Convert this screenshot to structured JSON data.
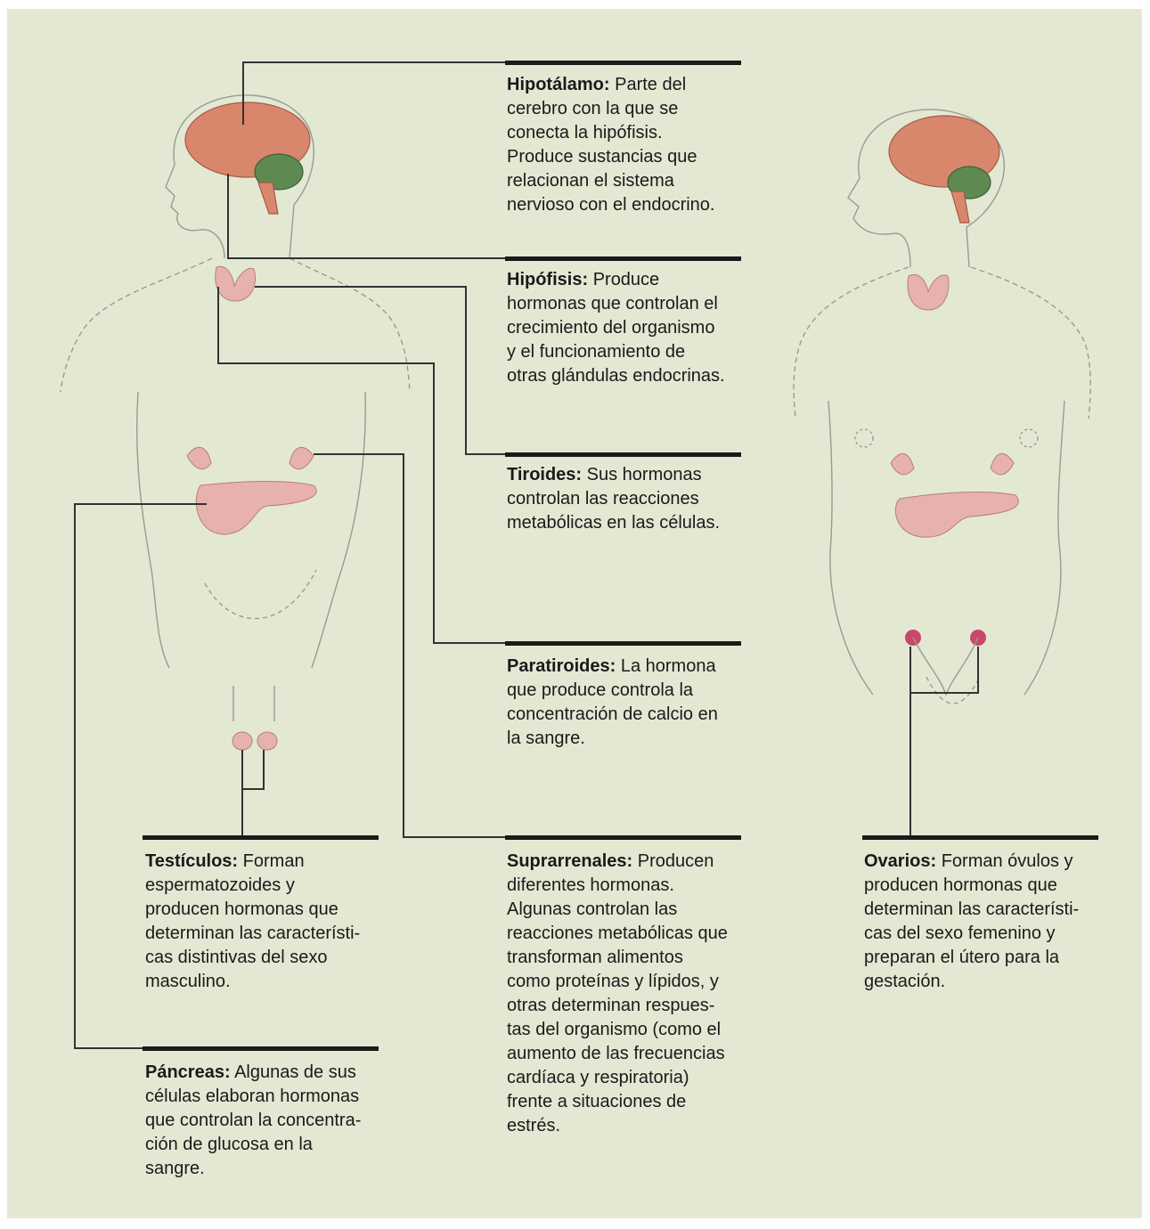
{
  "colors": {
    "background": "#e3e8d3",
    "leader_line": "#333333",
    "rule": "#1a1a1a",
    "body_outline": "#9a9a92",
    "brain": "#d9876c",
    "cerebellum": "#5e8a52",
    "gland": "#e7b1ad"
  },
  "labels": {
    "hipotalamo": {
      "term": "Hipotálamo:",
      "lines": [
        "Parte del",
        "cerebro con la que se",
        "conecta la hipófisis.",
        "Produce sustancias que",
        "relacionan el sistema",
        "nervioso con el endocrino."
      ]
    },
    "hipofisis": {
      "term": "Hipófisis:",
      "lines": [
        "Produce",
        "hormonas que controlan el",
        "crecimiento del organismo",
        "y el funcionamiento de",
        "otras glándulas endocrinas."
      ]
    },
    "tiroides": {
      "term": "Tiroides:",
      "lines": [
        "Sus hormonas",
        "controlan las reacciones",
        "metabólicas en las células."
      ]
    },
    "paratiroides": {
      "term": "Paratiroides:",
      "lines": [
        "La hormona",
        "que produce controla la",
        "concentración de calcio en",
        "la sangre."
      ]
    },
    "testiculos": {
      "term": "Testículos:",
      "lines": [
        "Forman",
        "espermatozoides y",
        "producen hormonas que",
        "determinan las característi-",
        "cas distintivas del sexo",
        "masculino."
      ]
    },
    "suprarrenales": {
      "term": "Suprarrenales:",
      "lines": [
        "Producen",
        "diferentes hormonas.",
        "Algunas controlan las",
        "reacciones metabólicas que",
        "transforman alimentos",
        "como proteínas y lípidos, y",
        "otras determinan respues-",
        "tas del organismo (como el",
        "aumento de las frecuencias",
        "cardíaca y respiratoria)",
        "frente a situaciones de",
        "estrés."
      ]
    },
    "ovarios": {
      "term": "Ovarios:",
      "lines": [
        "Forman óvulos y",
        "producen hormonas que",
        "determinan las característi-",
        "cas del sexo femenino y",
        "preparan el útero para la",
        "gestación."
      ]
    },
    "pancreas": {
      "term": "Páncreas:",
      "lines": [
        "Algunas de sus",
        "células elaboran hormonas",
        "que controlan la concentra-",
        "ción de glucosa en la",
        "sangre."
      ]
    }
  }
}
